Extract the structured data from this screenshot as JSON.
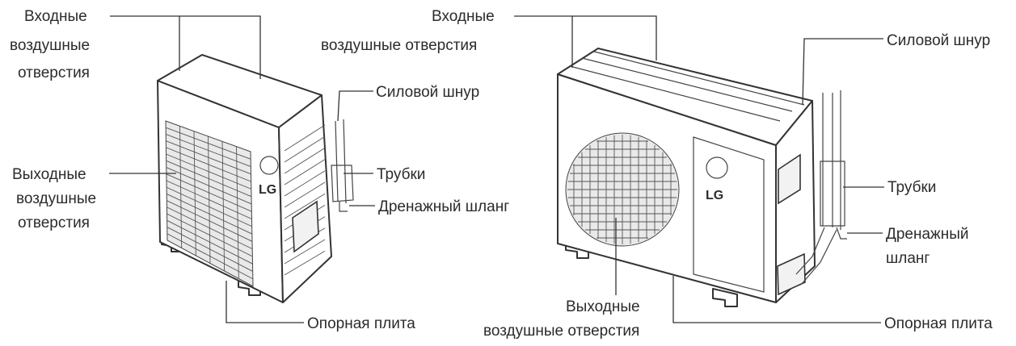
{
  "left_unit": {
    "logo": "LG",
    "labels": {
      "inlet_l1": "Входные",
      "inlet_l2": "воздушные",
      "inlet_l3": "отверстия",
      "outlet_l1": "Выходные",
      "outlet_l2": "воздушные",
      "outlet_l3": "отверстия",
      "power_cord": "Силовой шнур",
      "pipes": "Трубки",
      "drain_hose": "Дренажный шланг",
      "base_plate": "Опорная плита"
    }
  },
  "right_unit": {
    "logo": "LG",
    "labels": {
      "inlet_l1": "Входные",
      "inlet_l2": "воздушные отверстия",
      "outlet_l1": "Выходные",
      "outlet_l2": "воздушные отверстия",
      "power_cord": "Силовой шнур",
      "pipes": "Трубки",
      "drain_hose_l1": "Дренажный",
      "drain_hose_l2": "шланг",
      "base_plate": "Опорная плита"
    }
  },
  "colors": {
    "ink": "#2b2b2b",
    "outline": "#333333",
    "background": "#ffffff"
  }
}
